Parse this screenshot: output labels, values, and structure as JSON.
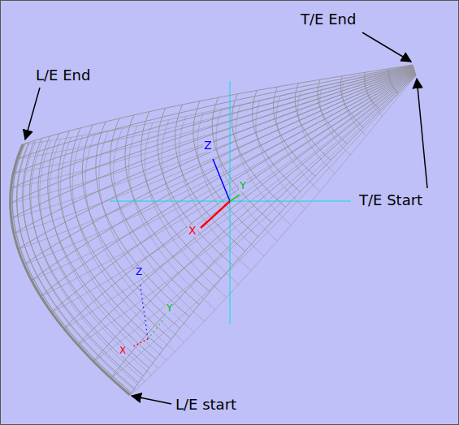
{
  "diagram": {
    "labels": [
      "T/E End",
      "Z",
      "Y",
      "L/E End",
      "T/E Start",
      "X",
      "Z",
      "Y",
      "X",
      "L/E start"
    ]
  }
}
